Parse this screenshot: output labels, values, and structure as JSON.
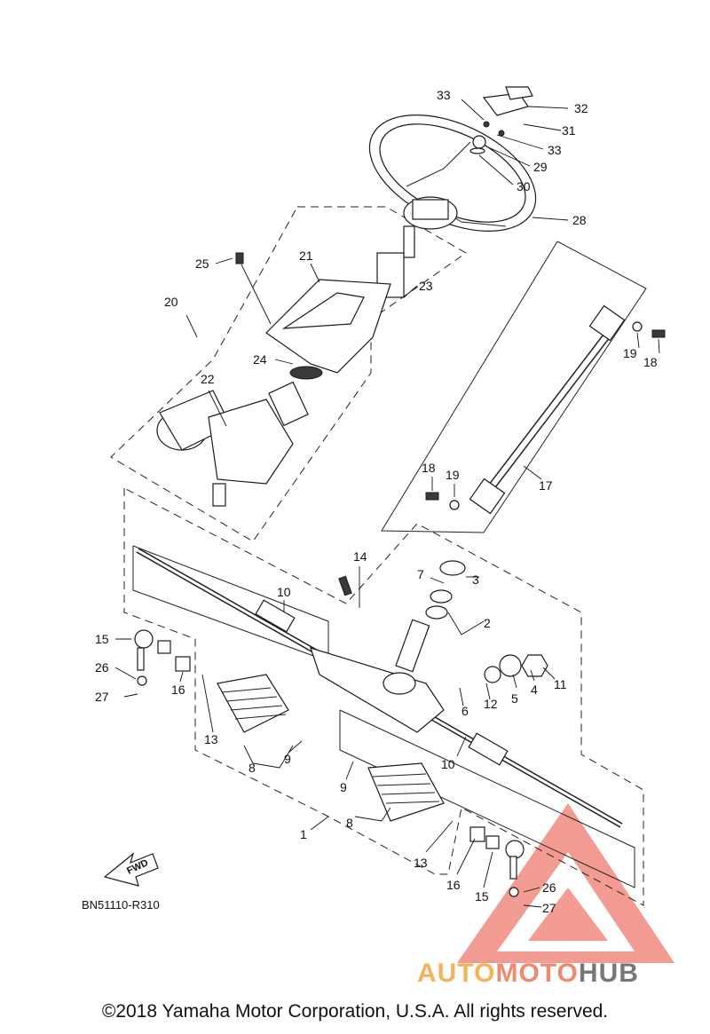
{
  "diagram": {
    "reference_code": "BN51110-R310",
    "fwd_label": "FWD",
    "copyright": "©2018 Yamaha Motor Corporation, U.S.A. All rights reserved.",
    "callouts": [
      "1",
      "2",
      "3",
      "4",
      "5",
      "6",
      "7",
      "8",
      "9",
      "10",
      "11",
      "12",
      "13",
      "14",
      "15",
      "16",
      "17",
      "18",
      "19",
      "20",
      "21",
      "22",
      "23",
      "24",
      "25",
      "26",
      "27",
      "28",
      "29",
      "30",
      "31",
      "32",
      "33"
    ]
  },
  "watermark": {
    "part1": "AUTO",
    "part2": "MOTO",
    "part3": "HUB",
    "colors": {
      "auto": "#f3b35a",
      "moto": "#ee8a72",
      "hub": "#777777",
      "triangle": "#f08a80"
    }
  }
}
